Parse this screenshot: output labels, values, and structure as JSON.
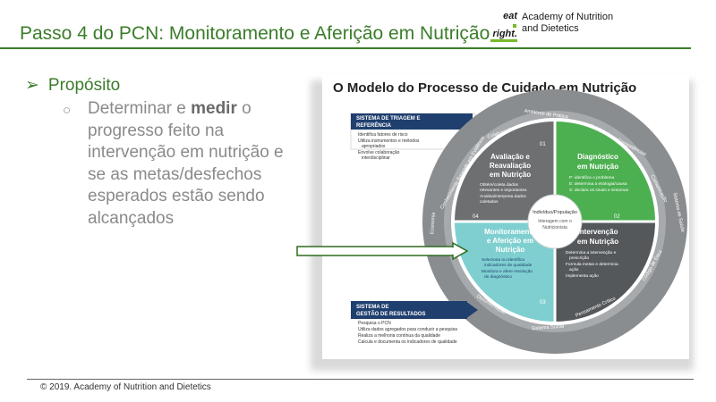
{
  "slide": {
    "title": "Passo 4 do PCN: Monitoramento e Aferição em Nutrição",
    "bullet_label": "Propósito",
    "sub_bullet_pre": "Determinar e ",
    "sub_bullet_bold": "medir",
    "sub_bullet_post": " o progresso feito na intervenção em nutrição e se as metas/desfechos esperados estão sendo alcançados",
    "footer": "© 2019. Academy of Nutrition and Dietetics"
  },
  "logo": {
    "mark_line1": "eat",
    "mark_line2": "right.",
    "name_line1": "Academy of Nutrition",
    "name_line2": "and Dietetics"
  },
  "diagram": {
    "title": "O Modelo do Processo de Cuidado em Nutrição",
    "triage_header": [
      "SISTEMA DE TRIAGEM E",
      "REFERÊNCIA"
    ],
    "triage_items": [
      "Identifica fatores de risco",
      "Utiliza instrumentos e métodos",
      "apropriados",
      "Envolve colaboração",
      "interdisciplinar"
    ],
    "results_header": [
      "SISTEMA DE",
      "GESTÃO DE RESULTADOS"
    ],
    "results_items": [
      "Pesquisa o PCN",
      "Utiliza dados agregados para conduzir a pesquisa",
      "Realiza a melhoria contínua da qualidade",
      "Calcula e documenta os indicadores de qualidade"
    ],
    "ring_labels": {
      "top": "Ambiente de Prática",
      "collab": "Colaboração",
      "skills": "Habilidades e Competências",
      "evidence": "Conhecimento Baseado em Evidência",
      "comm": "Comunicação",
      "health": "Sistema de Saúde",
      "econ": "Economia",
      "doc": "Documentação",
      "critical": "Pensamento Crítico",
      "code": "Código de Ética",
      "social": "Sistema Social"
    },
    "center": [
      "Indivíduo/População",
      "Interagem com o",
      "Nutricionista"
    ],
    "steps": [
      {
        "num": "01",
        "title": [
          "Avaliação e",
          "Reavaliação",
          "em Nutrição"
        ],
        "items": [
          "Obtém/coleta dados",
          "relevantes e importantes",
          "Analisa/interpreta dados",
          "coletados"
        ]
      },
      {
        "num": "02",
        "title": [
          "Diagnóstico",
          "em Nutrição"
        ],
        "items": [
          "P: identifica o problema",
          "E: determina a etiologia/causa",
          "S: declara os sinais e sintomas"
        ]
      },
      {
        "num": "03",
        "title": [
          "Intervenção",
          "em Nutrição"
        ],
        "items": [
          "Determina a intervenção e",
          "prescrição",
          "Formula metas e determina",
          "ação",
          "Implementa ação"
        ]
      },
      {
        "num": "04",
        "title": [
          "Monitoramento",
          "e Aferição em",
          "Nutrição"
        ],
        "items": [
          "Seleciona ou identifica",
          "indicadores de qualidade",
          "Monitora e afere resolução",
          "de diagnóstico"
        ]
      }
    ]
  },
  "colors": {
    "title_green": "#3b7d2a",
    "assess_gray": "#6d6f71",
    "diagnosis_green": "#4caf50",
    "intervention_gray": "#55585b",
    "monitor_teal": "#7fcfd0",
    "outer_ring": "#8a8d90",
    "navy": "#1f3f6e"
  }
}
